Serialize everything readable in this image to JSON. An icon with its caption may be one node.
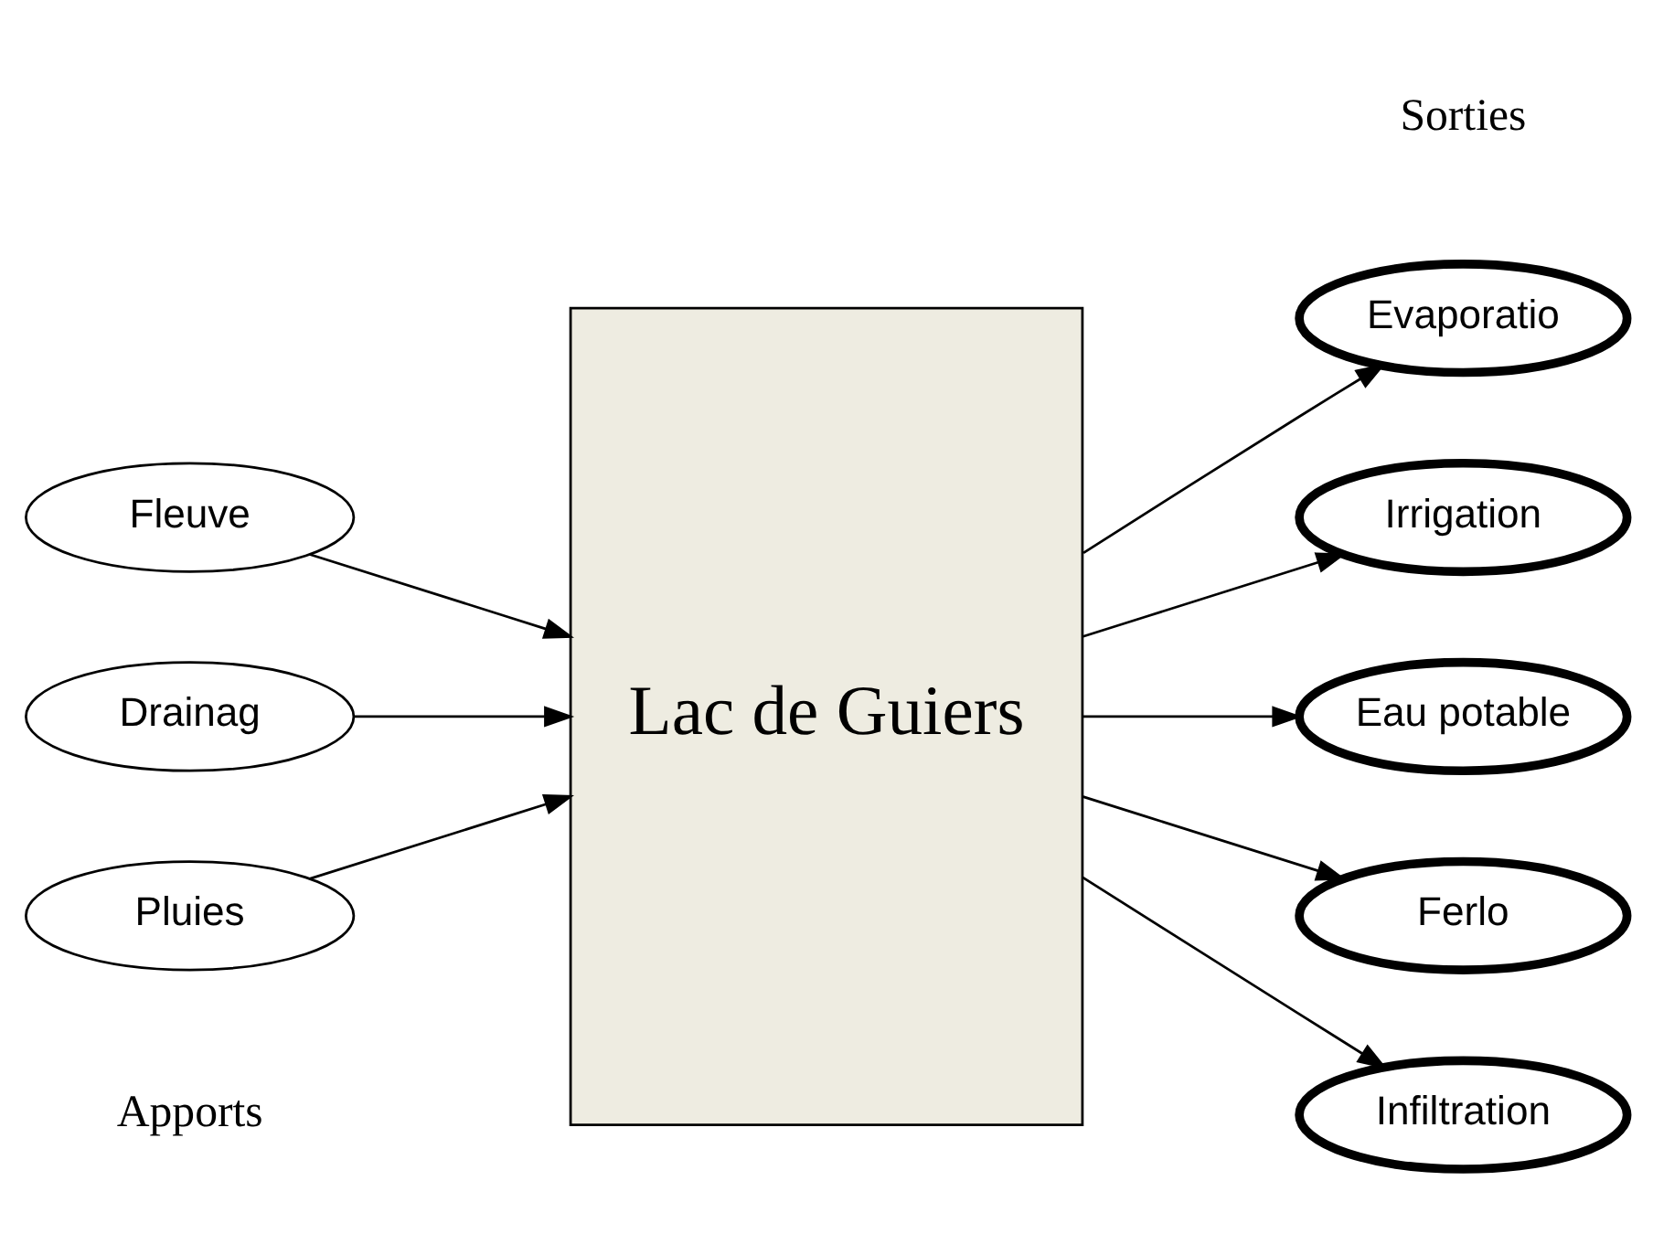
{
  "diagram": {
    "nodes": [
      {
        "text": [
          "Lac de Guiers"
        ]
      },
      {
        "text": [
          "Fleuve"
        ]
      },
      {
        "text": [
          "Drainag"
        ]
      },
      {
        "text": [
          "Pluies"
        ]
      },
      {
        "text": [
          "Evaporatio"
        ]
      },
      {
        "text": [
          "Irrigation"
        ]
      },
      {
        "text": [
          "Eau potable"
        ]
      },
      {
        "text": [
          "Ferlo"
        ]
      },
      {
        "text": [
          "Infiltration"
        ]
      }
    ],
    "edges": [
      {
        "from": 1,
        "to": 0,
        "arrow": "to"
      },
      {
        "from": 2,
        "to": 0,
        "arrow": "to"
      },
      {
        "from": 3,
        "to": 0,
        "arrow": "to"
      },
      {
        "from": 0,
        "to": 4,
        "arrow": "to"
      },
      {
        "from": 0,
        "to": 5,
        "arrow": "to"
      },
      {
        "from": 0,
        "to": 6,
        "arrow": "to"
      },
      {
        "from": 0,
        "to": 7,
        "arrow": "to"
      },
      {
        "from": 0,
        "to": 8,
        "arrow": "to"
      }
    ],
    "labels": [
      "Apports",
      "Sorties"
    ]
  }
}
